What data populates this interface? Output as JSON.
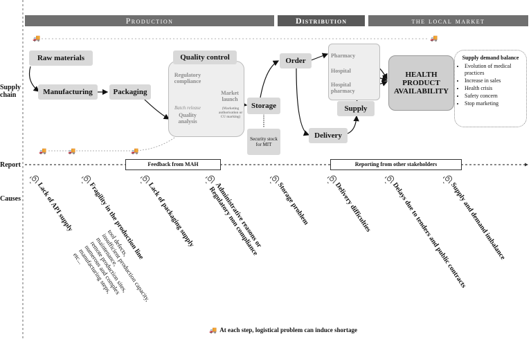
{
  "bands": {
    "production": "Production",
    "distribution": "Distribution",
    "local_market": "the local market"
  },
  "row_labels": {
    "supply_chain_1": "Supply",
    "supply_chain_2": "chain",
    "report": "Report",
    "causes": "Causes"
  },
  "steps": {
    "raw_materials": "Raw materials",
    "manufacturing": "Manufacturing",
    "packaging": "Packaging",
    "quality_control": "Quality control",
    "order": "Order",
    "storage": "Storage",
    "delivery": "Delivery",
    "supply": "Supply",
    "security_stock": "Security stock for MIT"
  },
  "quality_control_panel": {
    "regulatory_compliance": "Regulatory compliance",
    "market_launch": "Market launch",
    "marketing_note": "(Marketing authorisation or CU marking)",
    "batch_release": "Batch release",
    "quality_analysis": "Quality analysis"
  },
  "pharmacy_panel": {
    "pharmacy": "Pharmacy",
    "hospital": "Hospital",
    "hospital_pharmacy": "Hospital pharmacy"
  },
  "health_product": "HEALTH PRODUCT AVAILABILITY",
  "supply_demand": {
    "title": "Supply demand balance",
    "items": [
      "Evolution of medical practices",
      "Increase in sales",
      "Health crisis",
      "Safety concern",
      "Stop marketing"
    ]
  },
  "report": {
    "feedback_mah": "Feedback from MAH",
    "reporting_stakeholders": "Reporting from other stakeholders"
  },
  "causes": {
    "api": "Lack of API supply",
    "fragility": "Fragility in the production line",
    "fragility_items": [
      "tool defects,",
      "insufficient production capacity,",
      "maintenance,",
      "remote production sites,",
      "numerous and complex",
      "manufacturing steps,",
      "etc..."
    ],
    "packaging": "Lack of packaging supply",
    "admin": "Administrative reasons or Regulatory non compliance",
    "storage": "Storage problem",
    "delivery": "Delivery difficulties",
    "tenders": "Delays due to tenders and public contracts",
    "imbalance": "Supply and demand imbalance"
  },
  "footer": "At each step, logistical problem can induce shortage",
  "colors": {
    "band": "#6f6f6f",
    "box": "#d9d9d9",
    "panel": "#eeeeee",
    "health": "#cfcfcf"
  },
  "icons": [
    "truck-icon",
    "spiral-icon"
  ]
}
